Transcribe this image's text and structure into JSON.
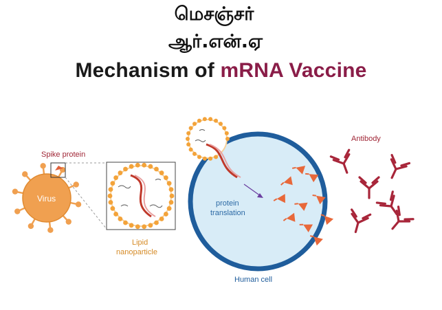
{
  "title": {
    "line1_ta": "மெசஞ்சர்",
    "line2_ta": "ஆர்.என்.ஏ",
    "en_prefix": "Mechanism of",
    "en_accent": "mRNA Vaccine"
  },
  "labels": {
    "spike_protein": "Spike protein",
    "virus": "Virus",
    "lipid": "Lipid",
    "nanoparticle": "nanoparticle",
    "protein": "protein",
    "translation": "translation",
    "human_cell": "Human cell",
    "antibody": "Antibody"
  },
  "colors": {
    "virus_orange": "#f0a050",
    "lipid_orange": "#f3a33a",
    "cell_blue": "#1f5d9c",
    "cell_fill": "#d8ecf7",
    "rna_red": "#c0392b",
    "antibody_red": "#a8263a",
    "label_orange": "#d58a25",
    "label_red": "#a02636",
    "label_blue": "#2d6aa5",
    "title_accent": "#8a1d48"
  }
}
